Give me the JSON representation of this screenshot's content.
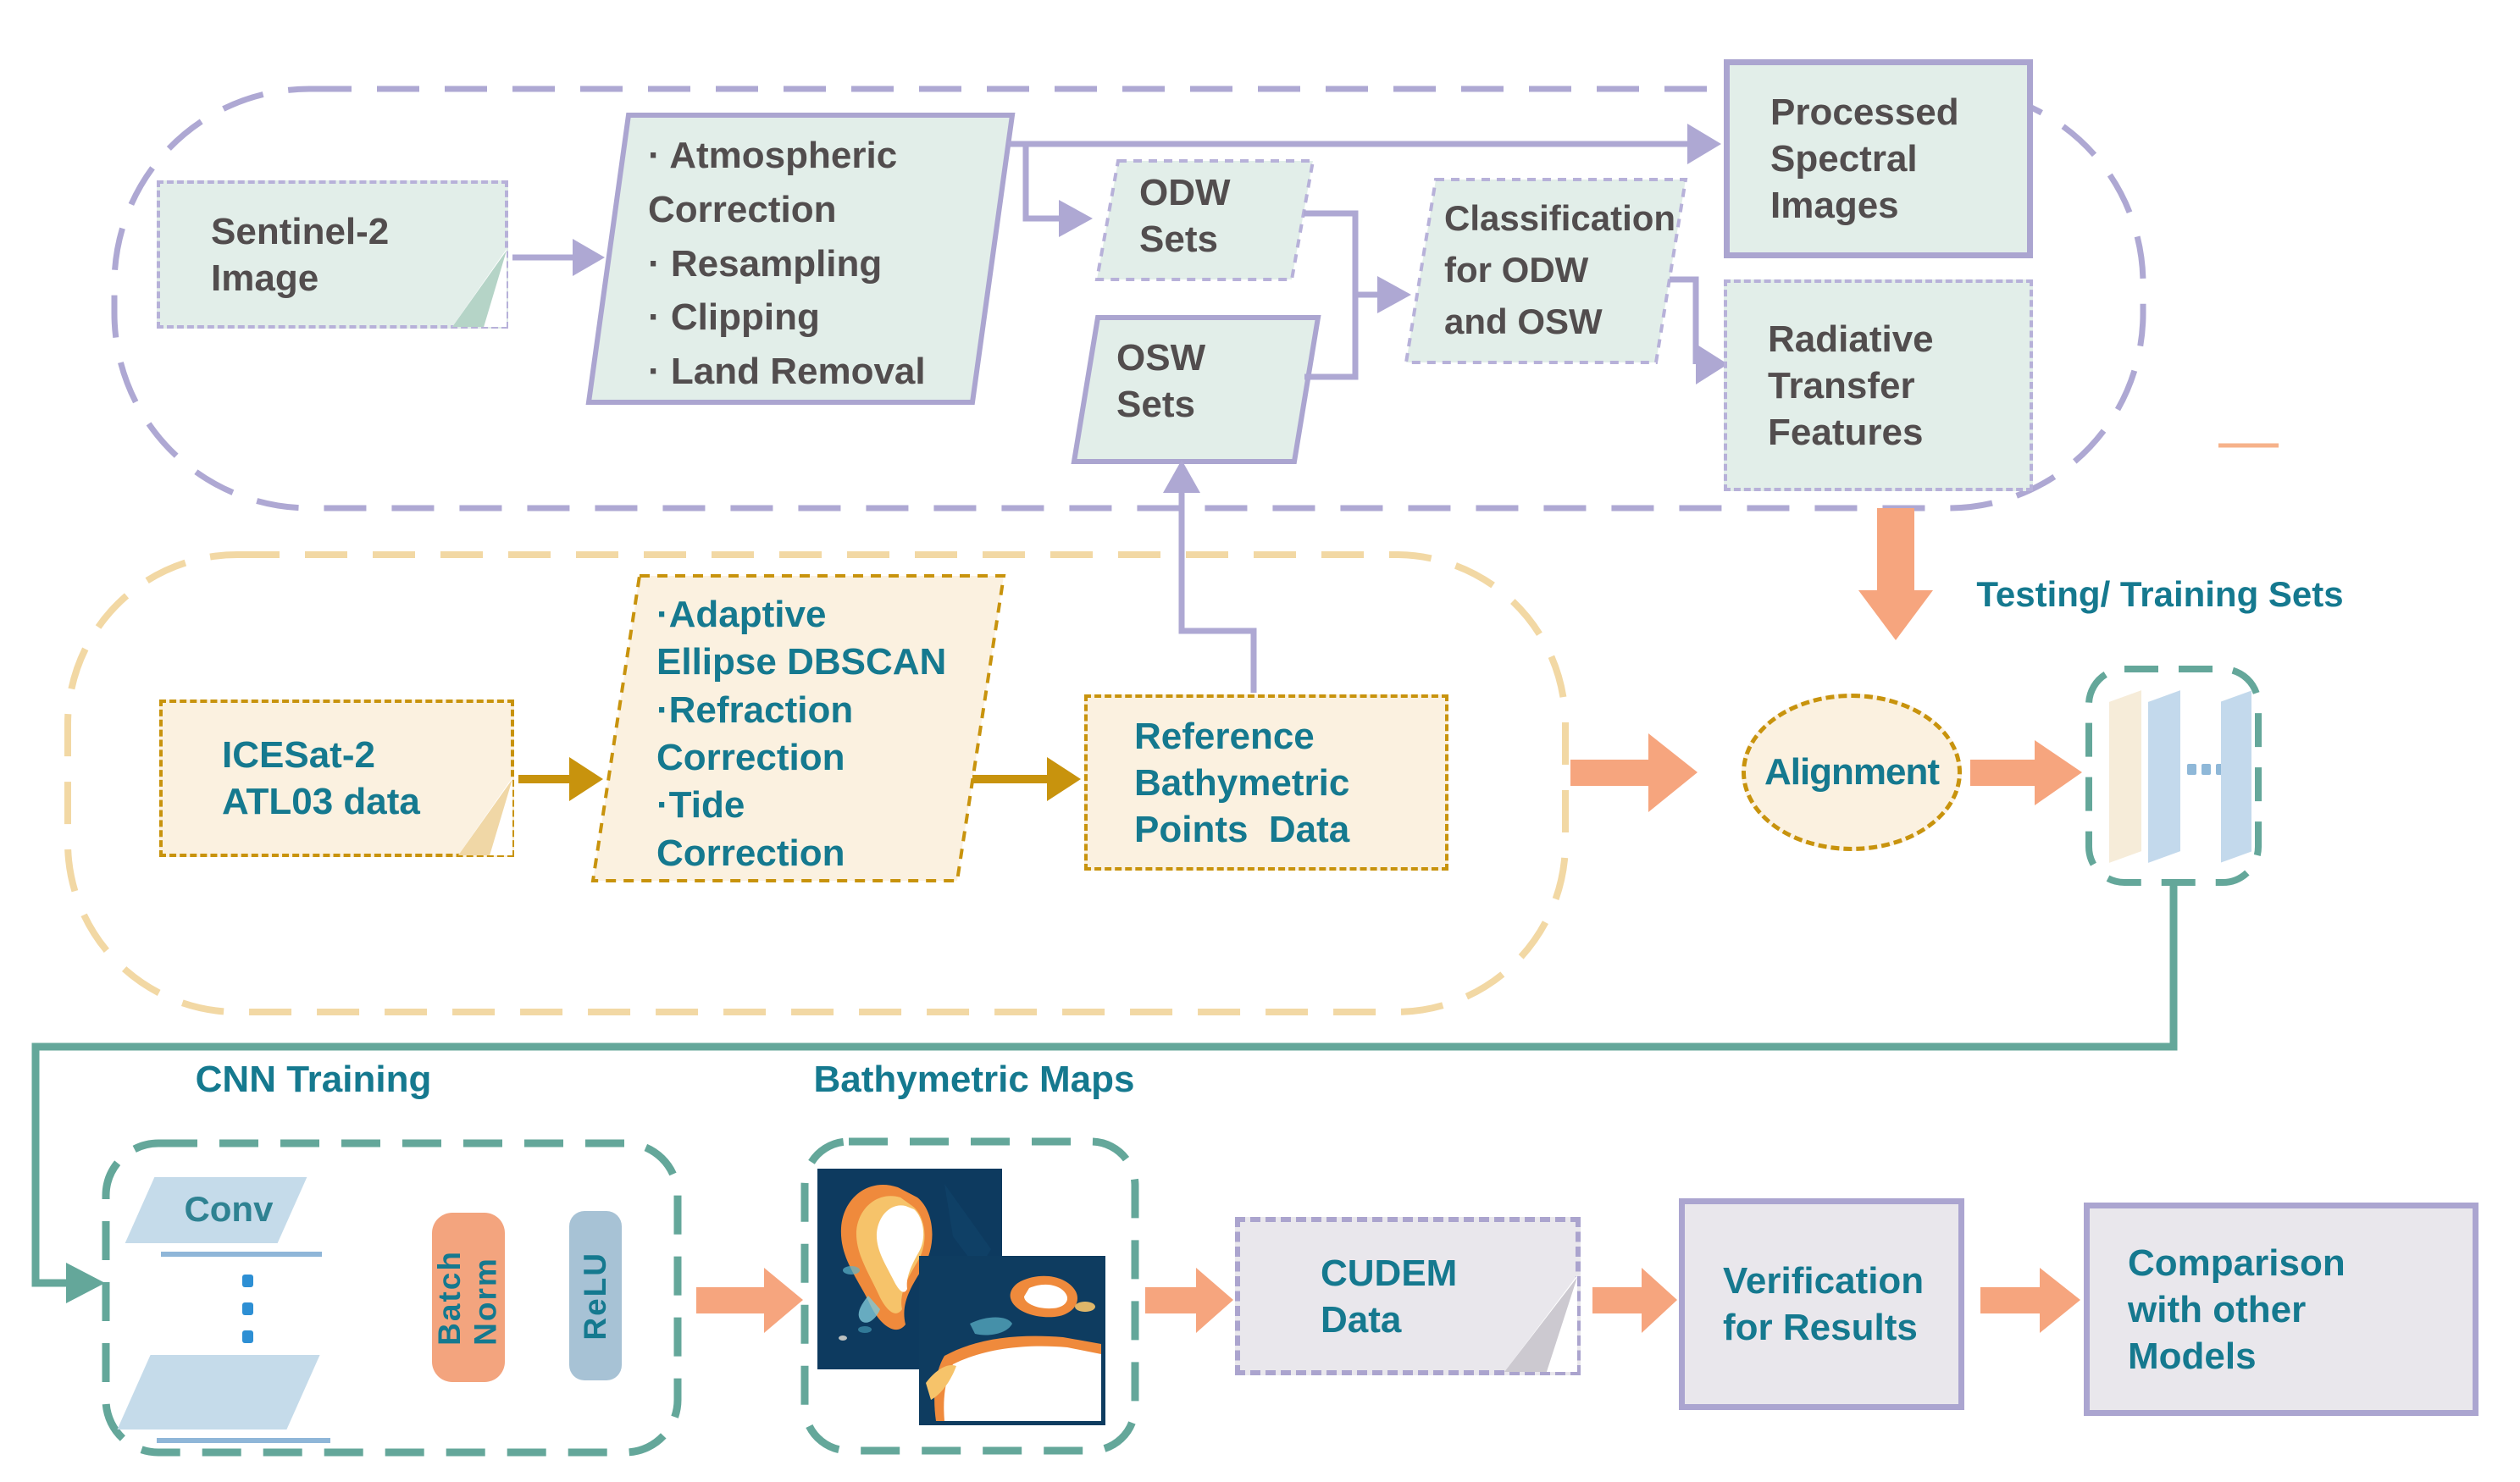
{
  "figure": {
    "type": "flowchart",
    "description": "Satellite-derived bathymetry CNN workflow combining Sentinel-2 imagery and ICESat-2 ATL03 data"
  },
  "colors": {
    "purple_accent": "#aba5d0",
    "purple_dash": "#aea8d3",
    "gold_accent": "#c8930d",
    "gold_dash_light": "#f2d8a4",
    "teal_text": "#15798f",
    "teal_line": "#64a79a",
    "salmon_arrow": "#f6a57e",
    "box_teal_fill": "#e2eee9",
    "box_tan_fill": "#fbf1e0",
    "box_gray_fill": "#e9e7ec",
    "dark_text": "#524d4e",
    "batch_norm_fill": "#f3a47e",
    "relu_fill": "#a7c2d5",
    "conv_fill": "#c5dbea"
  },
  "top_group": {
    "sentinel_image": {
      "lines": [
        "Sentinel-2",
        "Image"
      ]
    },
    "preprocessing": {
      "lines": [
        "· Atmospheric",
        "Correction",
        "· Resampling",
        "· Clipping",
        "· Land Removal"
      ]
    },
    "odw_sets": {
      "lines": [
        "ODW",
        "Sets"
      ]
    },
    "osw_sets": {
      "lines": [
        "OSW",
        "Sets"
      ]
    },
    "classification": {
      "lines": [
        "Classification",
        "for ODW",
        "and OSW"
      ]
    },
    "processed_spectral_images": {
      "lines": [
        "Processed",
        "Spectral",
        "Images"
      ]
    },
    "radiative_transfer_features": {
      "lines": [
        "Radiative",
        "Transfer",
        "Features"
      ]
    }
  },
  "middle_group": {
    "icesat_data": {
      "lines": [
        "ICESat-2",
        "ATL03 data"
      ]
    },
    "point_processing": {
      "lines": [
        "·Adaptive",
        "Ellipse DBSCAN",
        "·Refraction",
        "Correction",
        "·Tide",
        "Correction"
      ]
    },
    "reference_points": {
      "lines": [
        "Reference",
        "Bathymetric",
        "Points  Data"
      ]
    },
    "alignment": {
      "label": "Alignment"
    },
    "testing_training_sets": {
      "label": "Testing/ Training Sets"
    }
  },
  "bottom_group": {
    "cnn_training": {
      "label": "CNN Training",
      "conv_label": "Conv",
      "batch_norm_lines": [
        "Batch",
        "Norm"
      ],
      "relu_label": "ReLU"
    },
    "bathymetric_maps": {
      "label": "Bathymetric Maps"
    },
    "cudem_data": {
      "lines": [
        "CUDEM",
        "Data"
      ]
    },
    "verification": {
      "lines": [
        "Verification",
        "for Results"
      ]
    },
    "comparison": {
      "lines": [
        "Comparison",
        "with other",
        "Models"
      ]
    }
  },
  "icons": {
    "document_fold": "dog-ear folded corner",
    "vertical_ellipsis": "⋮",
    "horizontal_ellipsis": "···",
    "layer_planes": "stacked image planes",
    "bathymetric_map": "ocean depth raster thumbnail"
  }
}
